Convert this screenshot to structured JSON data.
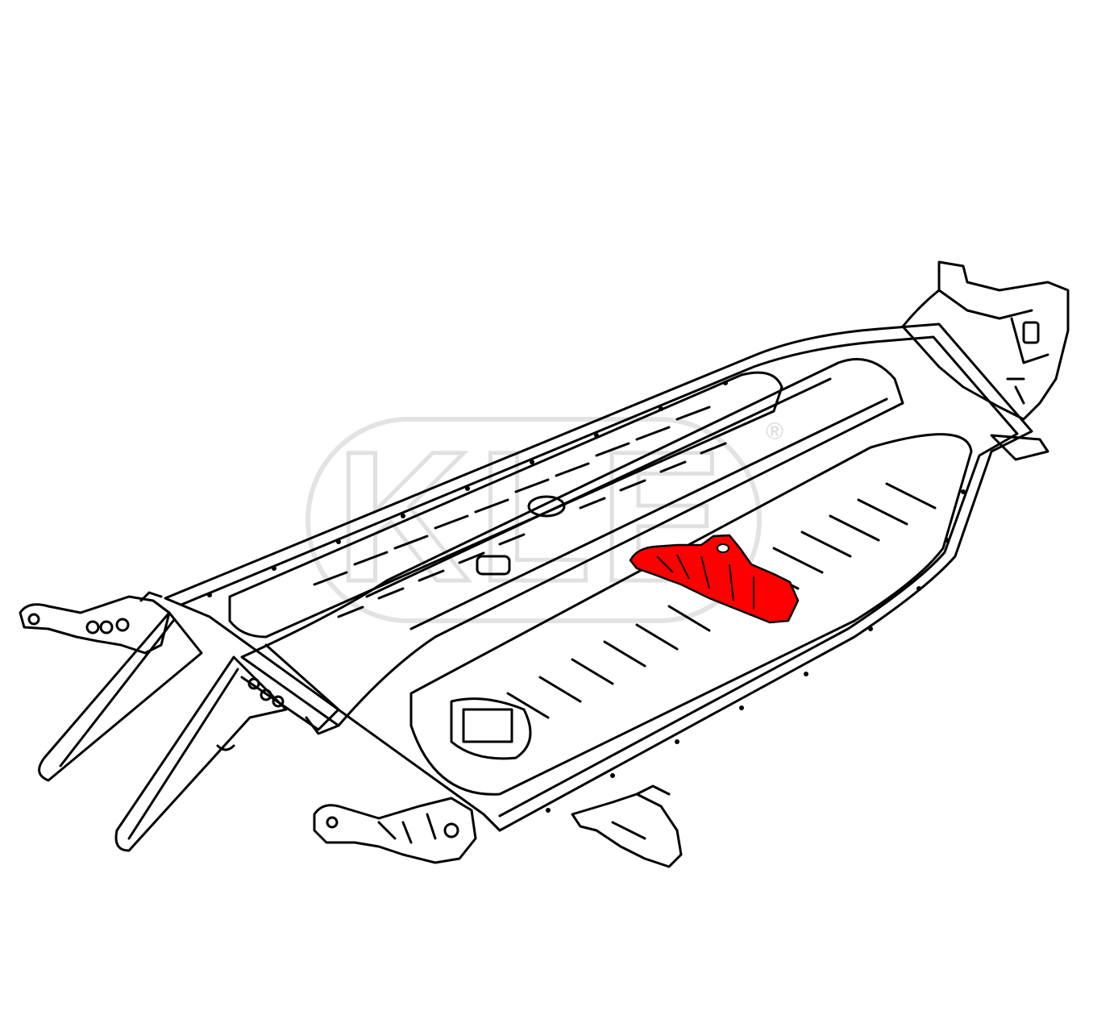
{
  "watermark": {
    "text": "KLE",
    "registered_mark": "®",
    "color": "#d9d9d9"
  },
  "colors": {
    "line": "#000000",
    "background": "#ffffff",
    "highlight": "#ff0000"
  },
  "parts": [
    {
      "name": "floor-pan-chassis",
      "highlighted": false
    },
    {
      "name": "central-tunnel",
      "highlighted": false
    },
    {
      "name": "left-floor-pan",
      "highlighted": false
    },
    {
      "name": "right-floor-pan",
      "highlighted": false
    },
    {
      "name": "front-frame-head",
      "highlighted": false
    },
    {
      "name": "rear-frame-forks",
      "highlighted": false
    },
    {
      "name": "left-rear-bracket",
      "highlighted": false
    },
    {
      "name": "right-rear-bracket",
      "highlighted": false
    },
    {
      "name": "seat-mount-bracket",
      "highlighted": true
    }
  ]
}
